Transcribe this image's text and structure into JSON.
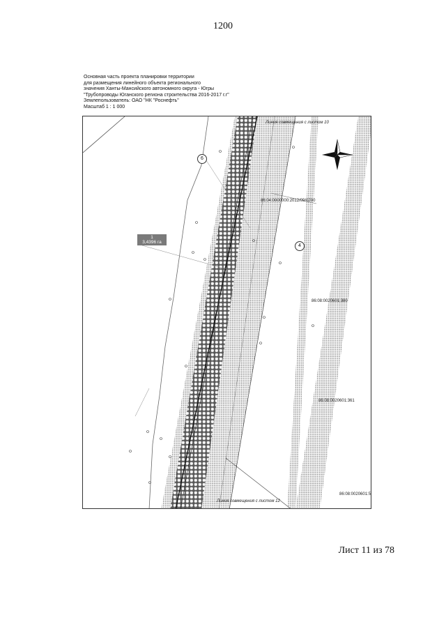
{
  "page_number": "1200",
  "header": {
    "lines": [
      "Основная часть проекта планировки территории",
      "для размещения линейного объекта регионального",
      "значения Ханты-Мансийского автономного округа - Югры",
      "\"Трубопроводы Юганского региона строительства 2016-2017 г.г\"",
      "Землепользователь: ОАО \"НК \"Роснефть\"",
      "Масштаб 1 : 1 000"
    ]
  },
  "map": {
    "label_top": "Линия совмещения с листом 10",
    "label_bottom": "Линия совмещения с листом 12",
    "parcel_number": "1",
    "parcel_area": "3,4396 га",
    "circle_labels": [
      "6",
      "4"
    ],
    "cadastral": [
      "86:04:0000000:2012/09/0700",
      "86:08:0020601:380",
      "86:08:0020601:361",
      "86:08:0020601:5"
    ]
  },
  "sheet_label": "Лист 11 из 78"
}
